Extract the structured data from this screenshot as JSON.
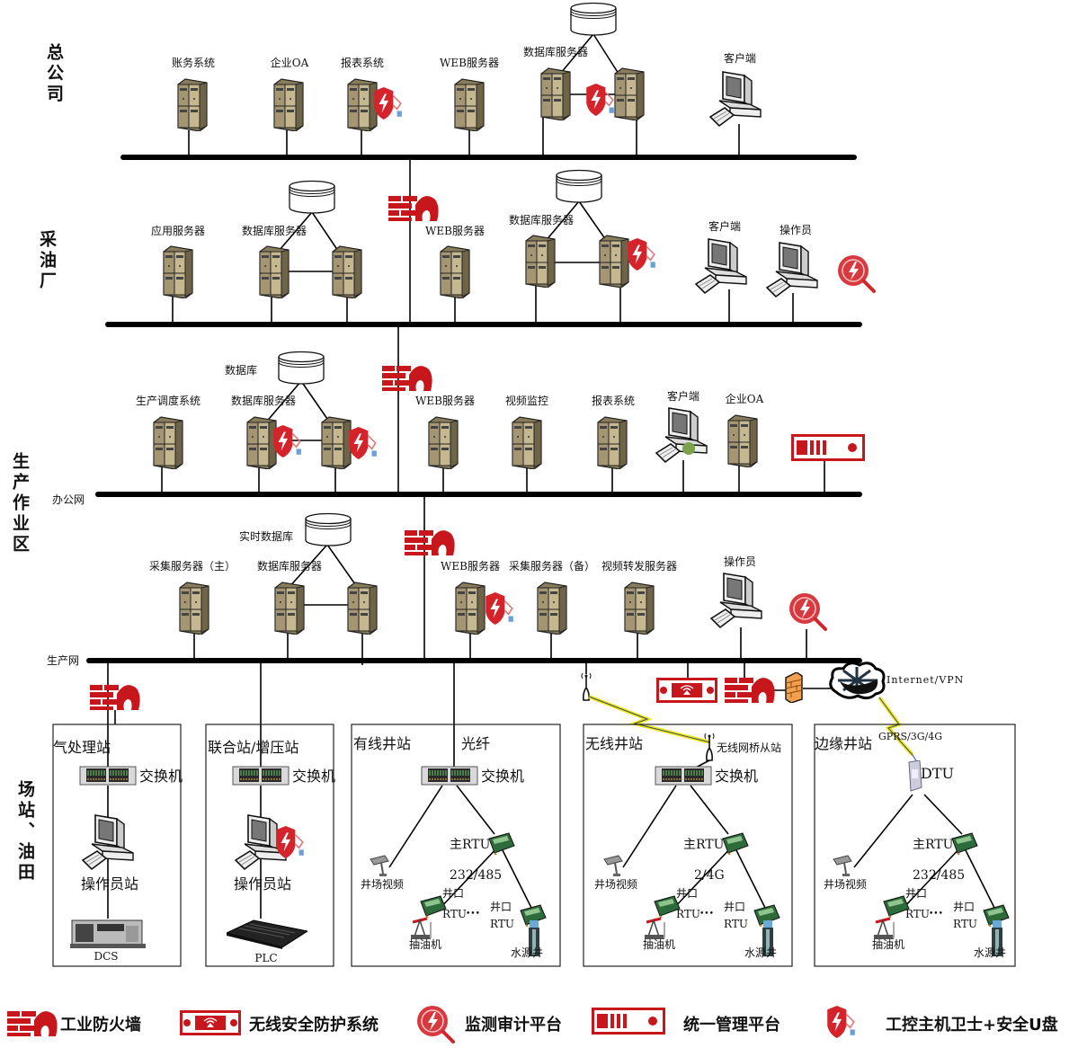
{
  "sections": {
    "hq": "总公司",
    "plant": "采油厂",
    "ops": "生产作业区",
    "field": "场站、油田"
  },
  "networks": {
    "office": "办公网",
    "production": "生产网"
  },
  "hq": {
    "accounting": "账务系统",
    "oa": "企业OA",
    "report": "报表系统",
    "web": "WEB服务器",
    "db_server": "数据库服务器",
    "client": "客户端"
  },
  "plant": {
    "app_server": "应用服务器",
    "db_server_1": "数据库服务器",
    "web": "WEB服务器",
    "db_server_2": "数据库服务器",
    "client": "客户端",
    "operator": "操作员"
  },
  "office_net": {
    "database": "数据库",
    "dispatch": "生产调度系统",
    "db_server": "数据库服务器",
    "web": "WEB服务器",
    "video": "视频监控",
    "report": "报表系统",
    "client": "客户端",
    "oa": "企业OA"
  },
  "production_net": {
    "realtime_db": "实时数据库",
    "collect_main": "采集服务器（主）",
    "db_server": "数据库服务器",
    "web": "WEB服务器",
    "collect_backup": "采集服务器（备）",
    "video_forward": "视频转发服务器",
    "operator": "操作员",
    "internet": "Internet/VPN"
  },
  "stations": {
    "gas": {
      "title": "气处理站",
      "switch": "交换机",
      "operator": "操作员站",
      "device": "DCS"
    },
    "joint": {
      "title": "联合站/增压站",
      "switch": "交换机",
      "operator": "操作员站",
      "device": "PLC"
    },
    "wired": {
      "title": "有线井站",
      "link": "光纤",
      "switch": "交换机",
      "main_rtu": "主RTU",
      "proto": "232/485",
      "well_rtu_a": "井口",
      "well_rtu_b": "RTU",
      "dots": "•••",
      "water_rtu_a": "井口",
      "water_rtu_b": "RTU",
      "video": "井场视频",
      "pump": "抽油机",
      "water": "水源井"
    },
    "wireless": {
      "title": "无线井站",
      "bridge": "无线网桥从站",
      "switch": "交换机",
      "main_rtu": "主RTU",
      "proto": "2/4G",
      "well_rtu_a": "井口",
      "well_rtu_b": "RTU",
      "dots": "•••",
      "water_rtu_a": "井口",
      "water_rtu_b": "RTU",
      "video": "井场视频",
      "pump": "抽油机",
      "water": "水源井"
    },
    "edge": {
      "title": "边缘井站",
      "link": "GPRS/3G/4G",
      "dtu": "DTU",
      "main_rtu": "主RTU",
      "proto": "232/485",
      "well_rtu_a": "井口",
      "well_rtu_b": "RTU",
      "dots": "•••",
      "water_rtu_a": "井口",
      "water_rtu_b": "RTU",
      "video": "井场视频",
      "pump": "抽油机",
      "water": "水源井"
    }
  },
  "legend": [
    {
      "icon": "firewall-icon",
      "label": "工业防火墙"
    },
    {
      "icon": "wireless-protection-icon",
      "label": "无线安全防护系统"
    },
    {
      "icon": "audit-icon",
      "label": "监测审计平台"
    },
    {
      "icon": "management-icon",
      "label": "统一管理平台"
    },
    {
      "icon": "host-guard-icon",
      "label": "工控主机卫士+安全U盘"
    }
  ],
  "colors": {
    "security_red": "#c8161d",
    "server_tan": "#b3a57f",
    "link_yellow": "#f5e600",
    "link_blue": "#2a4c8c"
  }
}
